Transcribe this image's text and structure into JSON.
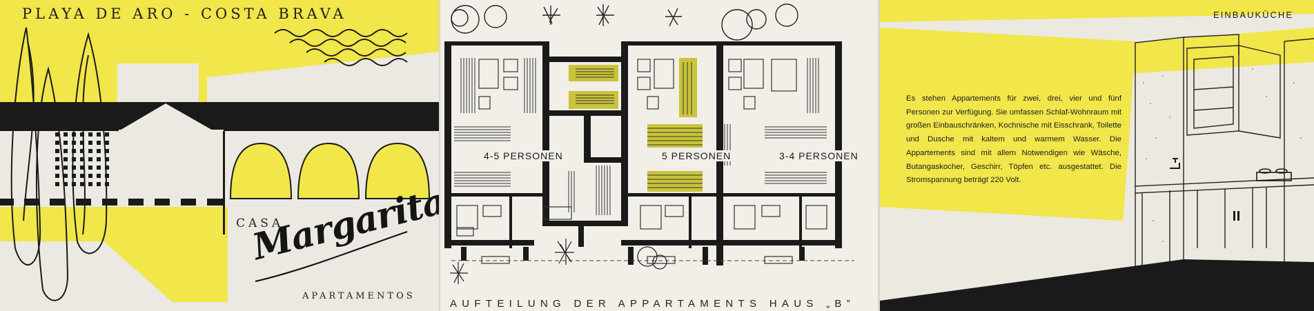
{
  "colors": {
    "yellow": "#f1e64a",
    "ink": "#1a1a1a",
    "paper": "#ebe9e1",
    "greenish": "#c9c43a"
  },
  "cover": {
    "top_title": "PLAYA DE ARO - COSTA BRAVA",
    "casa": "CASA",
    "name_script": "Margarita",
    "subtitle": "APARTAMENTOS"
  },
  "floorplan": {
    "caption": "AUFTEILUNG DER APPARTAMENTS HAUS „B”",
    "rooms": [
      {
        "label": "4-5 PERSONEN"
      },
      {
        "label": "5 PERSONEN"
      },
      {
        "label": "3-4 PERSONEN"
      }
    ]
  },
  "kitchen": {
    "title": "EINBAUKÜCHE",
    "description": "Es stehen Appartements für zwei, drei, vier und fünf Personen zur Verfügung. Sie umfassen Schlaf-Wohnraum mit großen Einbauschränken, Kochnische mit Eisschrank, Toilette und Dusche mit kaltem und warmem Wasser. Die Appartements sind mit allem Notwendigen wie Wäsche, Butangaskocher, Geschirr, Töpfen etc. ausgestattet. Die Stromspannung beträgt 220 Volt.",
    "icons": [
      "faucet-icon",
      "stove-icon"
    ]
  }
}
